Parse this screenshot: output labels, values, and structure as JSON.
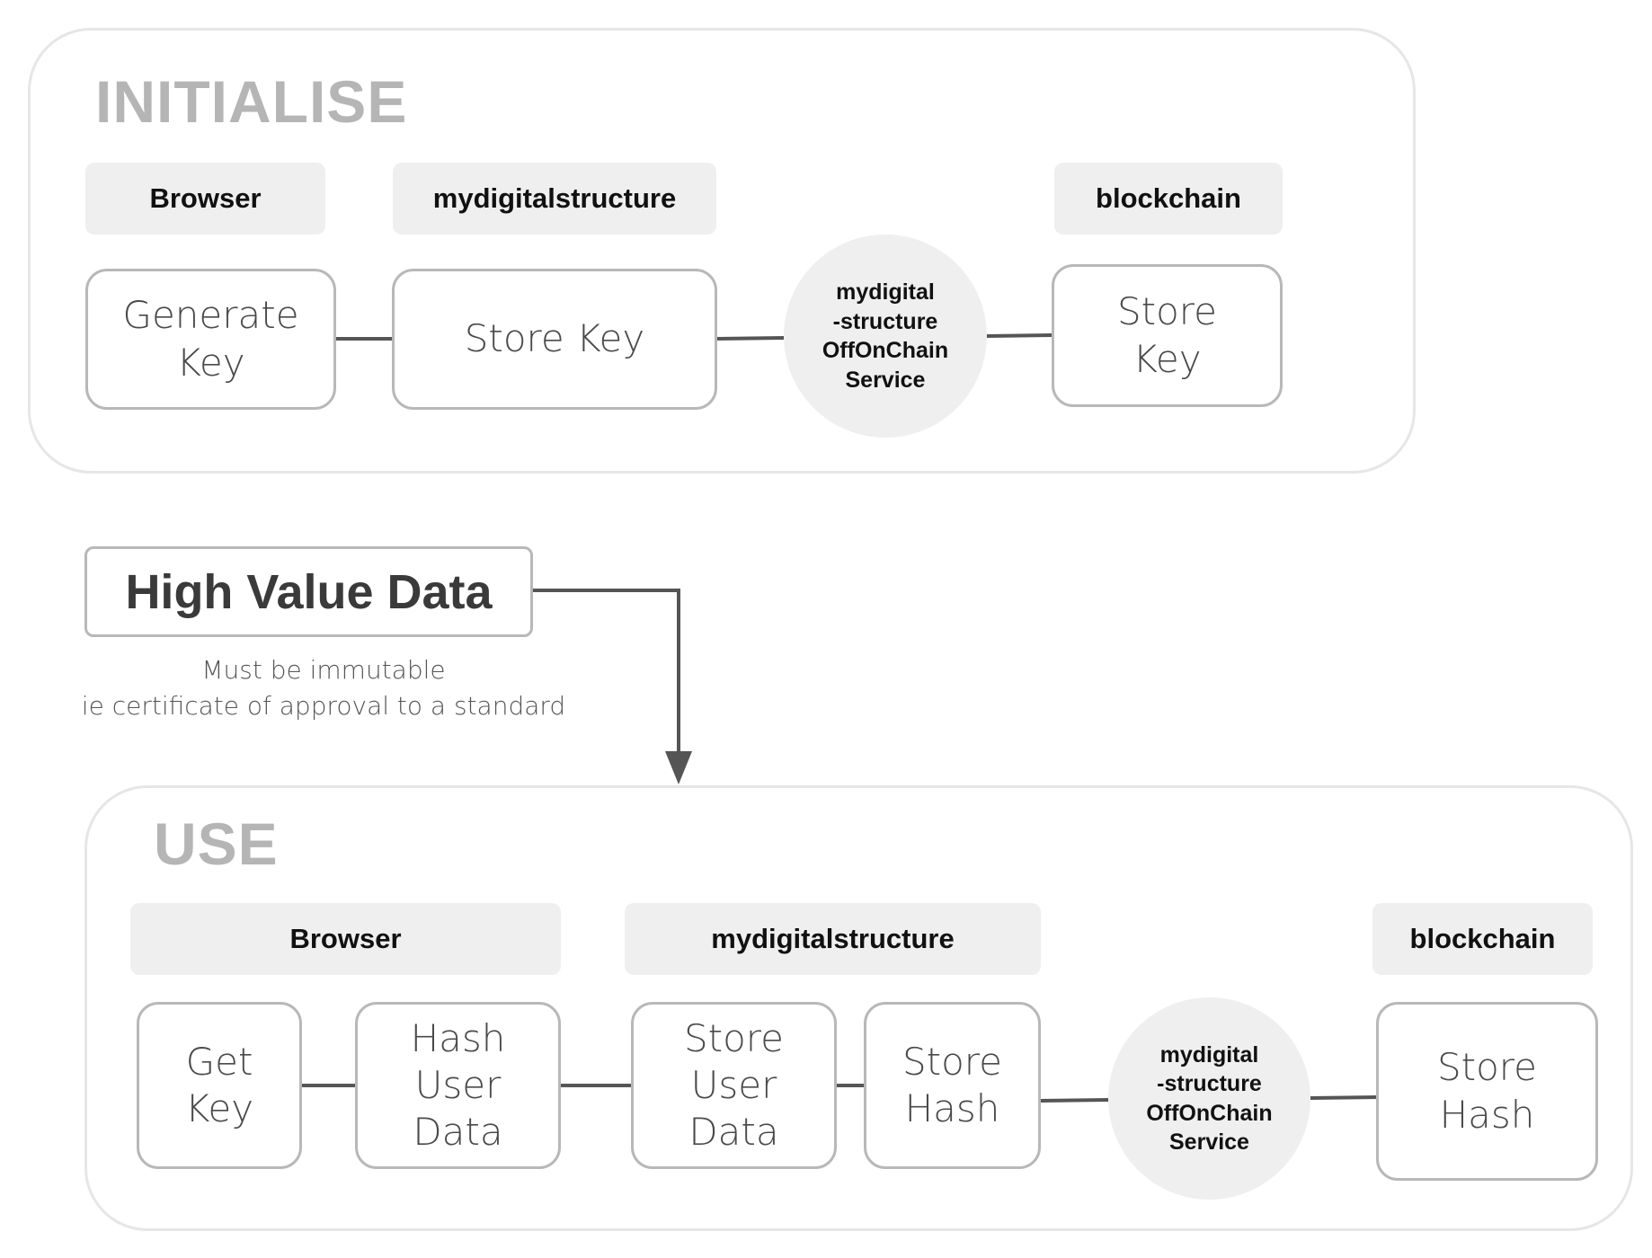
{
  "initialise": {
    "title": "INITIALISE",
    "lanes": {
      "browser": "Browser",
      "mds": "mydigitalstructure",
      "blockchain": "blockchain"
    },
    "steps": {
      "generate_key": "Generate\nKey",
      "store_key": "Store Key",
      "store_key_chain": "Store\nKey"
    },
    "service": "mydigital\n-structure\nOffOnChain\nService"
  },
  "high_value_data": {
    "label": "High Value Data",
    "note_line1": "Must be immutable",
    "note_line2": "ie certificate of approval to a standard"
  },
  "use": {
    "title": "USE",
    "lanes": {
      "browser": "Browser",
      "mds": "mydigitalstructure",
      "blockchain": "blockchain"
    },
    "steps": {
      "get_key": "Get\nKey",
      "hash_user_data": "Hash\nUser\nData",
      "store_user_data": "Store\nUser\nData",
      "store_hash": "Store\nHash",
      "store_hash_chain": "Store\nHash"
    },
    "service": "mydigital\n-structure\nOffOnChain\nService"
  }
}
